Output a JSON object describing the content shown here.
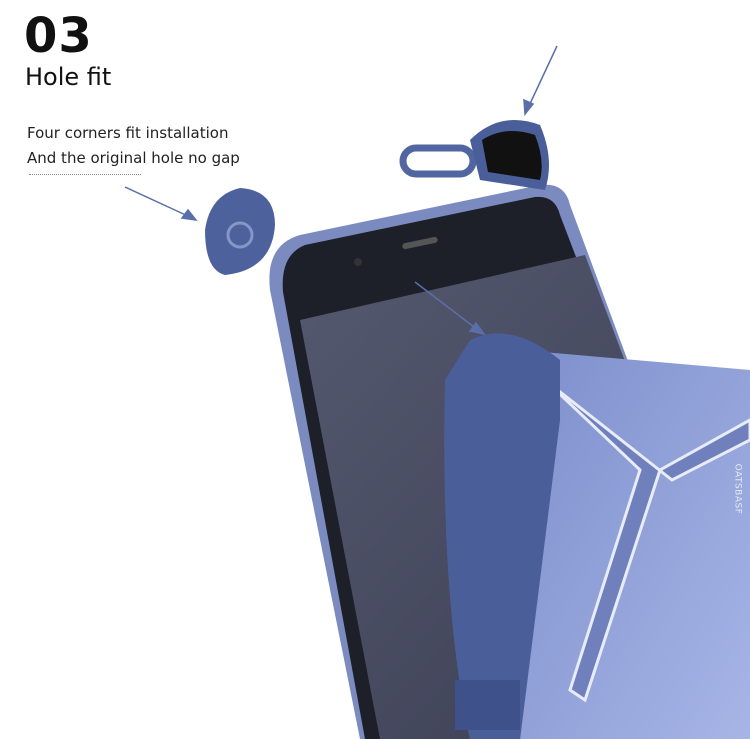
{
  "heading": {
    "number": "03",
    "title": "Hole fit"
  },
  "description": [
    "Four corners fit installation",
    "And the original hole no gap"
  ],
  "product_logo_text": "OATSBASF",
  "colors": {
    "case_blue": "#4a5f9a",
    "phone_screen": "#43475e",
    "back_plate": "#8f9fd6",
    "arrow": "#5a6fa8"
  }
}
